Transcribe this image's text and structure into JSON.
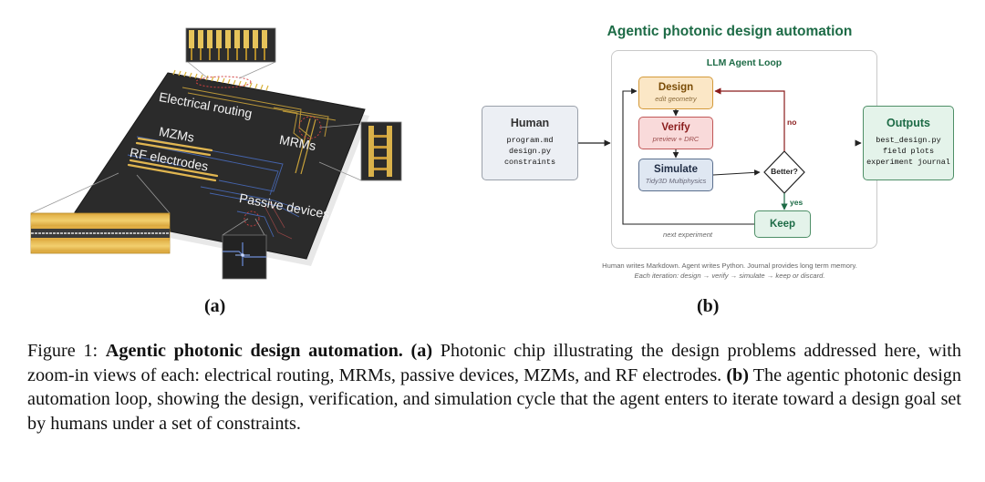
{
  "panel_a": {
    "labels": {
      "electrical_routing": "Electrical routing",
      "mzms": "MZMs",
      "rf_electrodes": "RF electrodes",
      "mrms": "MRMs",
      "passive_devices": "Passive devices"
    },
    "panel_label": "(a)"
  },
  "panel_b": {
    "title": "Agentic photonic design automation",
    "loop_title": "LLM Agent Loop",
    "human": {
      "title": "Human",
      "lines": [
        "program.md",
        "design.py",
        "constraints"
      ]
    },
    "outputs": {
      "title": "Outputs",
      "lines": [
        "best_design.py",
        "field plots",
        "experiment journal"
      ]
    },
    "design": {
      "title": "Design",
      "subtitle": "edit geometry"
    },
    "verify": {
      "title": "Verify",
      "subtitle": "preview + DRC"
    },
    "simulate": {
      "title": "Simulate",
      "subtitle": "Tidy3D Multiphysics"
    },
    "decision": "Better?",
    "keep": "Keep",
    "no_label": "no",
    "yes_label": "yes",
    "next_label": "next experiment",
    "footnote_1": "Human writes Markdown.  Agent writes Python.  Journal provides long term memory.",
    "footnote_2": "Each iteration:  design  →  verify  →  simulate  →  keep or discard.",
    "panel_label": "(b)"
  },
  "caption": {
    "prefix": "Figure 1: ",
    "title": "Agentic photonic design automation.",
    "a_label": "(a)",
    "a_text": " Photonic chip illustrating the design problems addressed here, with zoom-in views of each: electrical routing, MRMs, passive devices, MZMs, and RF electrodes. ",
    "b_label": "(b)",
    "b_text": " The agentic photonic design automation loop, showing the design, verification, and simulation cycle that the agent enters to iterate toward a design goal set by humans under a set of constraints."
  },
  "colors": {
    "accent_green": "#1d6b46",
    "chip_dark": "#2a2a2a",
    "gold": "#d8b23a",
    "no_arrow": "#8a1c1c"
  }
}
